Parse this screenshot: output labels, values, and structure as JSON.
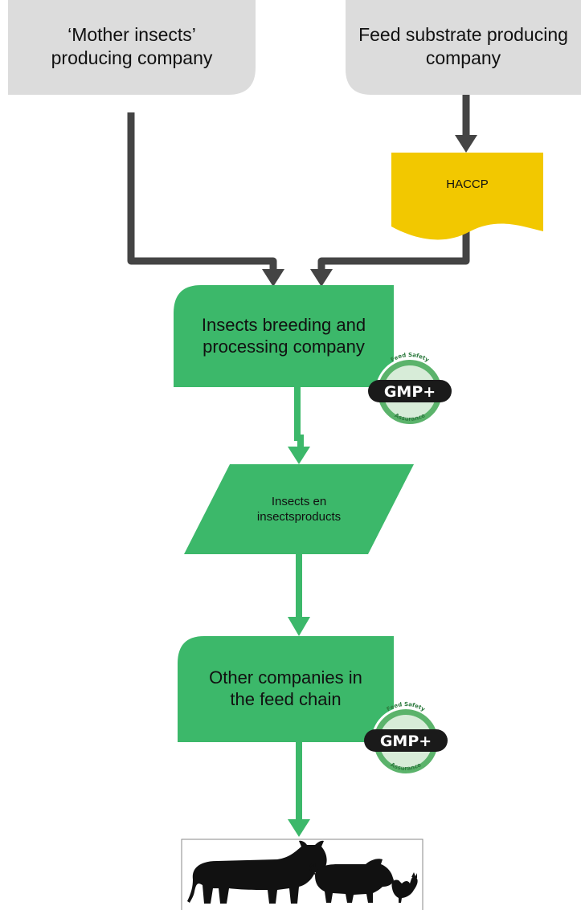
{
  "nodes": {
    "mother_insects": {
      "label_line1": "‘Mother insects’",
      "label_line2": "producing company"
    },
    "feed_substrate": {
      "label_line1": "Feed substrate producing",
      "label_line2": "company"
    },
    "haccp": {
      "label": "HACCP"
    },
    "breeding": {
      "label_line1": "Insects breeding and",
      "label_line2": "processing company"
    },
    "insect_products": {
      "label_line1": "Insects en",
      "label_line2": "insectsproducts"
    },
    "other_companies": {
      "label_line1": "Other companies in",
      "label_line2": "the feed chain"
    }
  },
  "badge": {
    "text": "GMP+",
    "arc_top": "Feed Safety",
    "arc_bottom": "Assurance"
  },
  "colors": {
    "gray_box": "#dcdcdc",
    "green_box": "#3cb86a",
    "haccp_fill": "#f2c800",
    "arrow_dark": "#444444",
    "arrow_green": "#3cb86a"
  },
  "icons": [
    "cow-icon",
    "pig-icon",
    "rooster-icon"
  ]
}
